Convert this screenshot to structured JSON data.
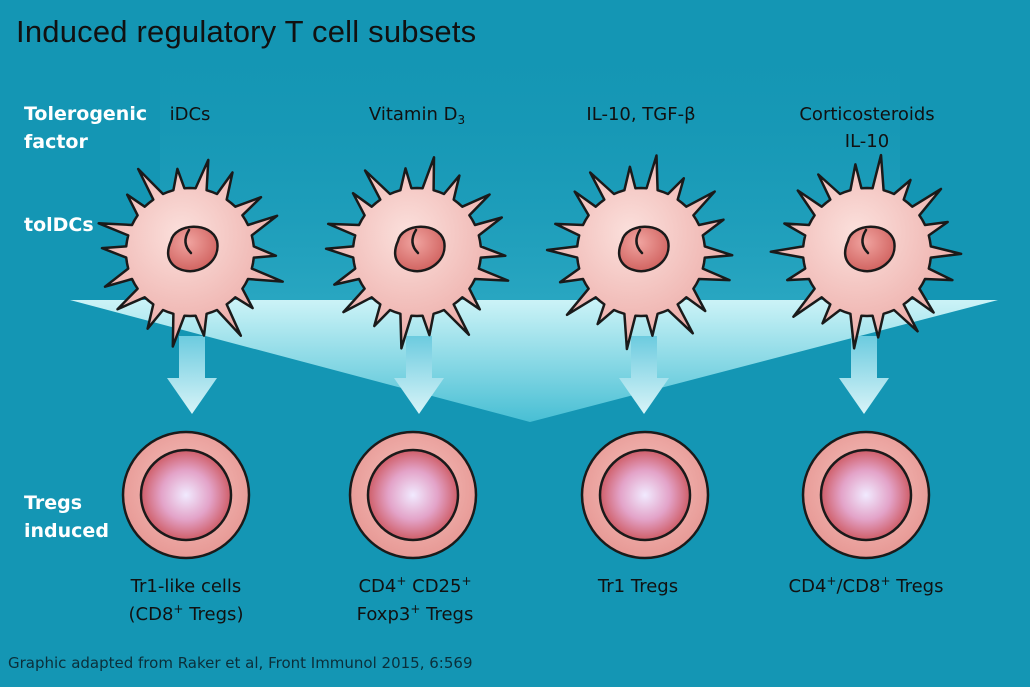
{
  "title": "Induced regulatory T cell subsets",
  "row_labels": {
    "tolerogenic": [
      "Tolerogenic",
      "factor"
    ],
    "toldcs": "tolDCs",
    "tregs": [
      "Tregs",
      "induced"
    ]
  },
  "columns": [
    {
      "factor_lines": [
        [
          {
            "t": "iDCs"
          }
        ]
      ],
      "treg_lines": [
        [
          {
            "t": "Tr1-like cells"
          }
        ],
        [
          {
            "t": "(CD8"
          },
          {
            "t": "+",
            "sup": true
          },
          {
            "t": " Tregs)"
          }
        ]
      ]
    },
    {
      "factor_lines": [
        [
          {
            "t": "Vitamin D"
          },
          {
            "t": "3",
            "sub": true
          }
        ]
      ],
      "treg_lines": [
        [
          {
            "t": "CD4"
          },
          {
            "t": "+",
            "sup": true
          },
          {
            "t": " CD25"
          },
          {
            "t": "+",
            "sup": true
          }
        ],
        [
          {
            "t": "Foxp3"
          },
          {
            "t": "+",
            "sup": true
          },
          {
            "t": " Tregs"
          }
        ]
      ]
    },
    {
      "factor_lines": [
        [
          {
            "t": "IL-10, TGF-β"
          }
        ]
      ],
      "treg_lines": [
        [
          {
            "t": "Tr1 Tregs"
          }
        ]
      ]
    },
    {
      "factor_lines": [
        [
          {
            "t": "Corticosteroids"
          }
        ],
        [
          {
            "t": "IL-10"
          }
        ]
      ],
      "treg_lines": [
        [
          {
            "t": "CD4"
          },
          {
            "t": "+",
            "sup": true
          },
          {
            "t": "/CD8"
          },
          {
            "t": "+",
            "sup": true
          },
          {
            "t": " Tregs"
          }
        ]
      ]
    }
  ],
  "credit": "Graphic adapted from Raker et al, Front Immunol 2015, 6:569",
  "colors": {
    "background": "#1496b4",
    "cell_fill": "#f2b6b2",
    "nucleus_fill": "#d9726e",
    "arrow": "#8fd6e6"
  }
}
